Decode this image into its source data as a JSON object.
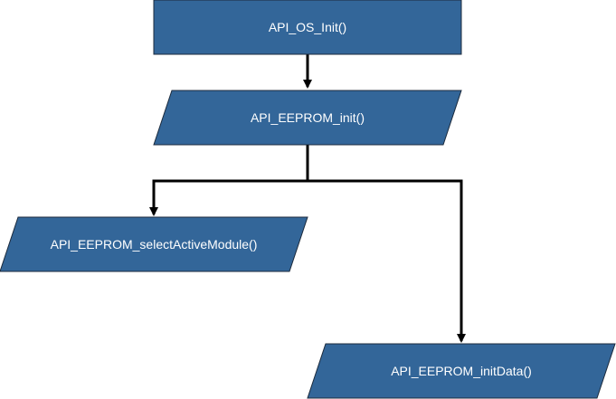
{
  "diagram": {
    "node_color": "#336699",
    "edge_color": "#000000",
    "nodes": [
      {
        "id": "os-init",
        "shape": "rectangle",
        "label": "API_OS_Init()"
      },
      {
        "id": "eeprom-init",
        "shape": "parallelogram",
        "label": "API_EEPROM_init()"
      },
      {
        "id": "select-active-module",
        "shape": "parallelogram",
        "label": "API_EEPROM_selectActiveModule()"
      },
      {
        "id": "init-data",
        "shape": "parallelogram",
        "label": "API_EEPROM_initData()"
      }
    ],
    "edges": [
      {
        "from": "os-init",
        "to": "eeprom-init"
      },
      {
        "from": "eeprom-init",
        "to": "select-active-module"
      },
      {
        "from": "eeprom-init",
        "to": "init-data"
      }
    ]
  }
}
